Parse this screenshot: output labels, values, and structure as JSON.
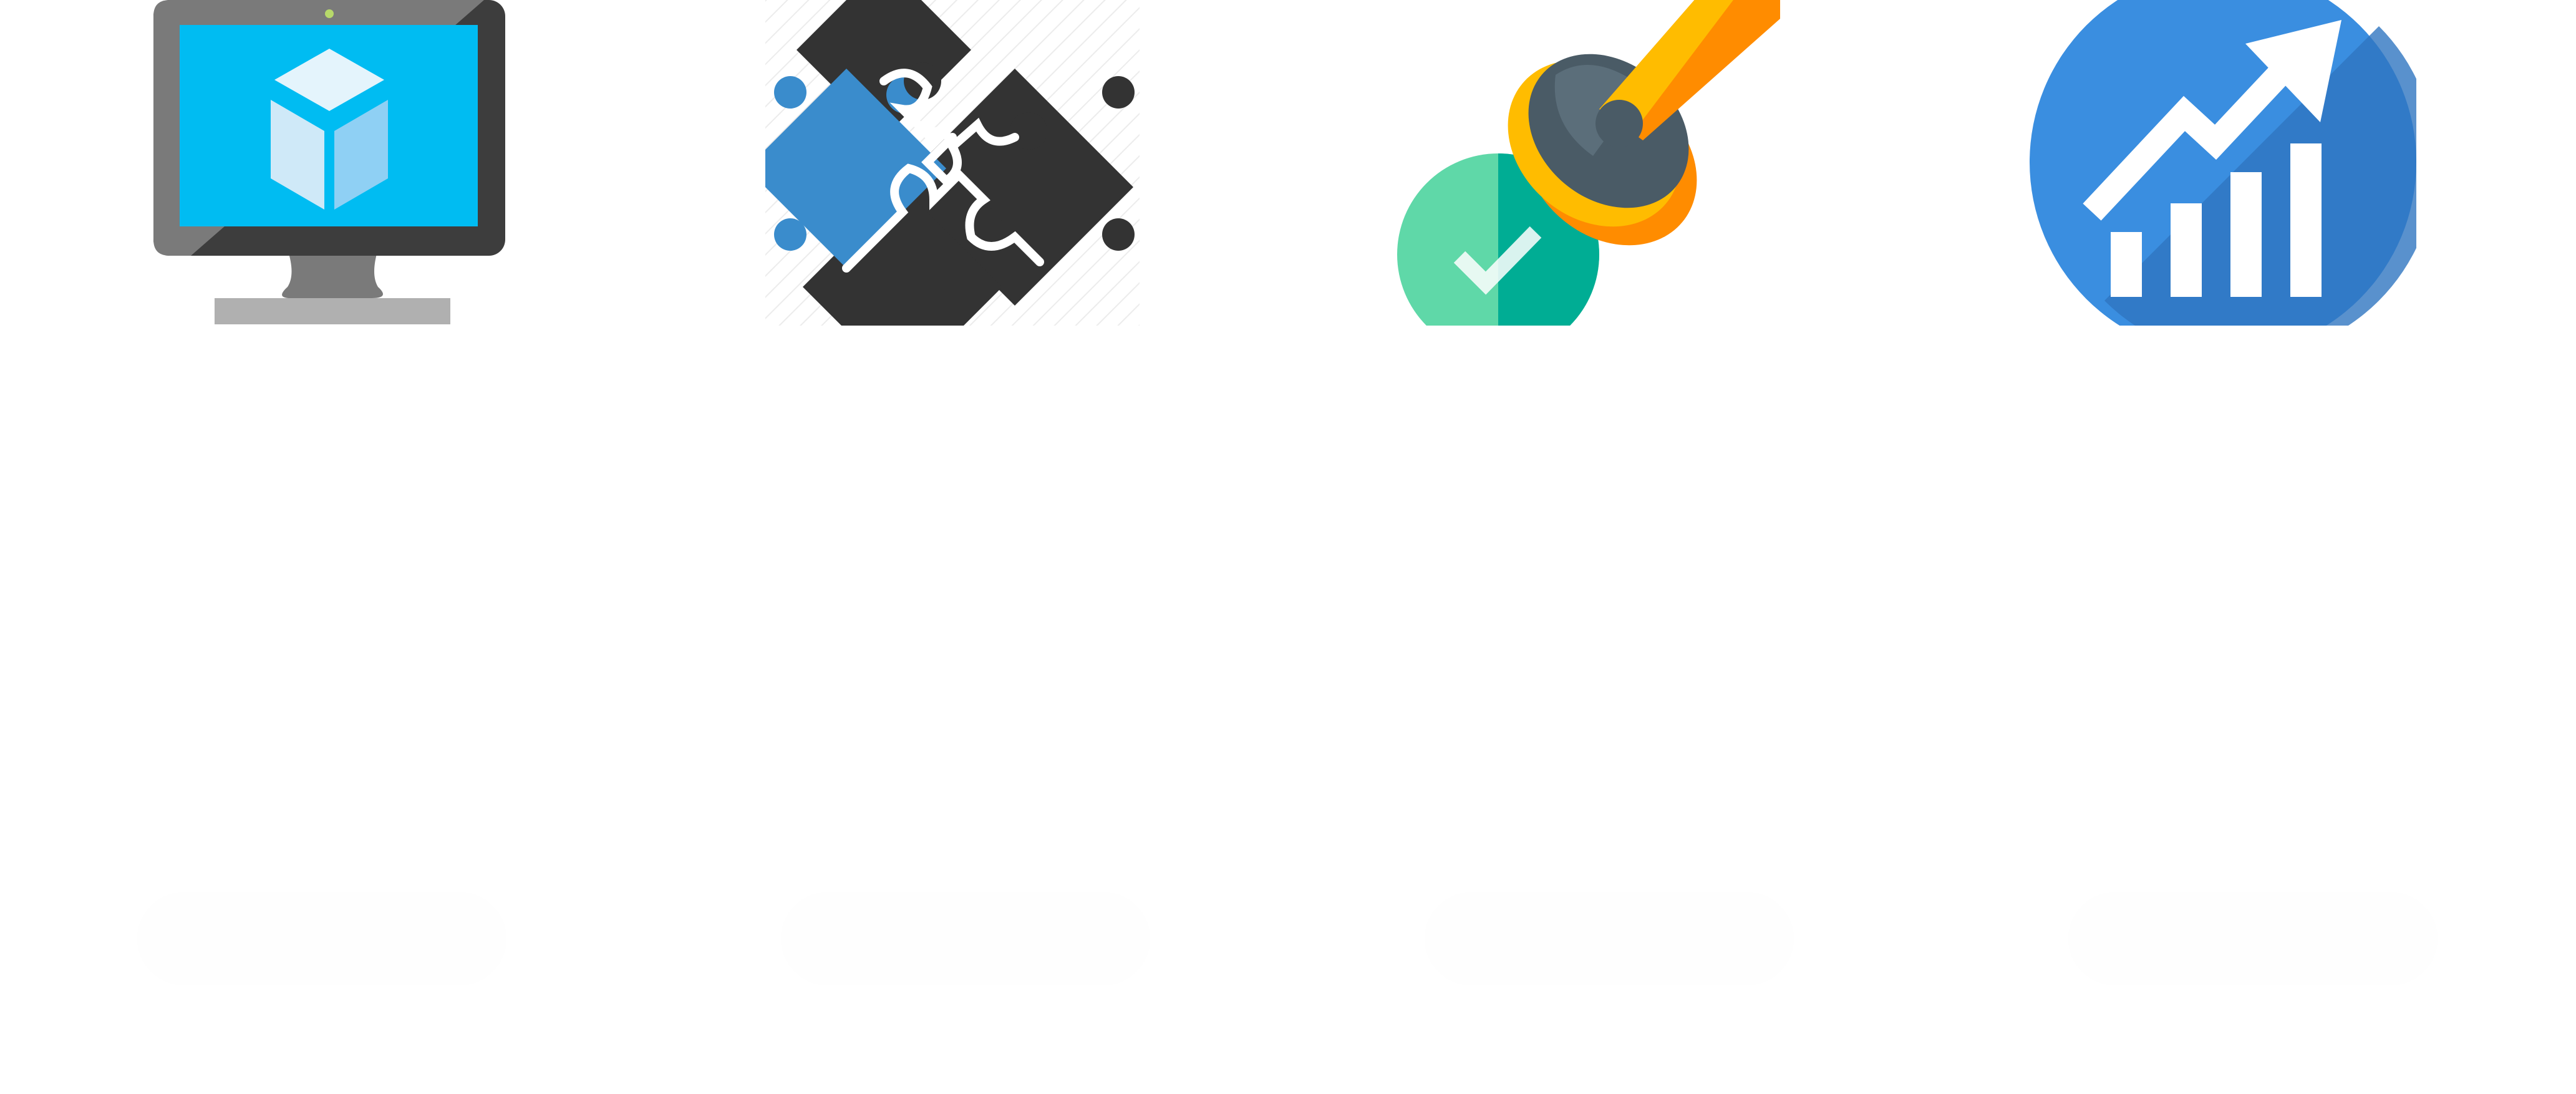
{
  "cards": [
    {
      "id": "virtual-machine",
      "icon": "monitor-cube-icon",
      "title": "",
      "description": "",
      "link": ""
    },
    {
      "id": "integration",
      "icon": "puzzle-pieces-icon",
      "title": "",
      "description": "",
      "link": ""
    },
    {
      "id": "validation",
      "icon": "stamp-check-icon",
      "title": "",
      "description": "",
      "link": ""
    },
    {
      "id": "analytics",
      "icon": "growth-chart-icon",
      "title": "",
      "description": "",
      "link": ""
    }
  ],
  "colors": {
    "monitor_frame": "#3d3d3d",
    "monitor_screen": "#00bcf2",
    "puzzle_dark": "#333333",
    "puzzle_blue": "#3a8ccc",
    "stamp_yellow": "#ffbc00",
    "stamp_orange": "#ff8c00",
    "stamp_slate": "#4a5b66",
    "check_green": "#5fd8a8",
    "check_teal": "#00ad94",
    "chart_blue": "#3a8ee0"
  }
}
